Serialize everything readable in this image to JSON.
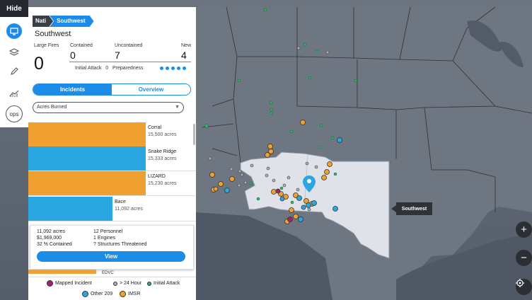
{
  "rail": {
    "hide_label": "Hide",
    "ops_label": "ops"
  },
  "panel": {
    "breadcrumb": [
      "Nati",
      "Southwest"
    ],
    "region_title": "Southwest",
    "stats": {
      "large_fires_label": "Large Fires",
      "large_fires": "0",
      "contained_label": "Contained",
      "contained": "0",
      "uncontained_label": "Uncontained",
      "uncontained": "7",
      "new_label": "New",
      "new": "4",
      "initial_attack_label": "Initial Attack",
      "initial_attack": "0",
      "preparedness_label": "Preparedness"
    },
    "tabs": [
      {
        "label": "Incidents",
        "active": true
      },
      {
        "label": "Overview",
        "active": false
      }
    ],
    "sort_select": {
      "value": "Acres Burned"
    },
    "incidents": [
      {
        "name": "Corral",
        "acres": "15,500 acres",
        "color": "#f0a030",
        "share": 0.7
      },
      {
        "name": "Snake Ridge",
        "acres": "15,333 acres",
        "color": "#2aa7e0",
        "share": 0.7
      },
      {
        "name": "LIZARD",
        "acres": "15,230 acres",
        "color": "#f0a030",
        "share": 0.7
      },
      {
        "name": "Bace",
        "acres": "11,092 acres",
        "color": "#2aa7e0",
        "share": 0.5
      }
    ],
    "detail": {
      "acres": "11,092 acres",
      "cost": "$1,969,000",
      "contained": "32 % Contained",
      "personnel": "12 Personnel",
      "engines": "1 Engines",
      "structures": "? Structures Threatened",
      "view_label": "View"
    },
    "next_incident_name": "EDVC",
    "legend": {
      "mapped_incident": "Mapped Incident",
      "over_24_hour": "> 24 Hour",
      "initial_attack": "Initial Attack",
      "other_209": "Other 209",
      "imsr": "IMSR"
    }
  },
  "map": {
    "tooltip_label": "Southwest",
    "zoom_in": "+",
    "zoom_out": "−"
  },
  "colors": {
    "accent": "#1c8ce8",
    "mapped_incident": "#a4206e",
    "over_24_hour": "#b0b0b0",
    "initial_attack": "#2fb36a",
    "other_209": "#2aa7e0",
    "imsr": "#f0a030"
  }
}
